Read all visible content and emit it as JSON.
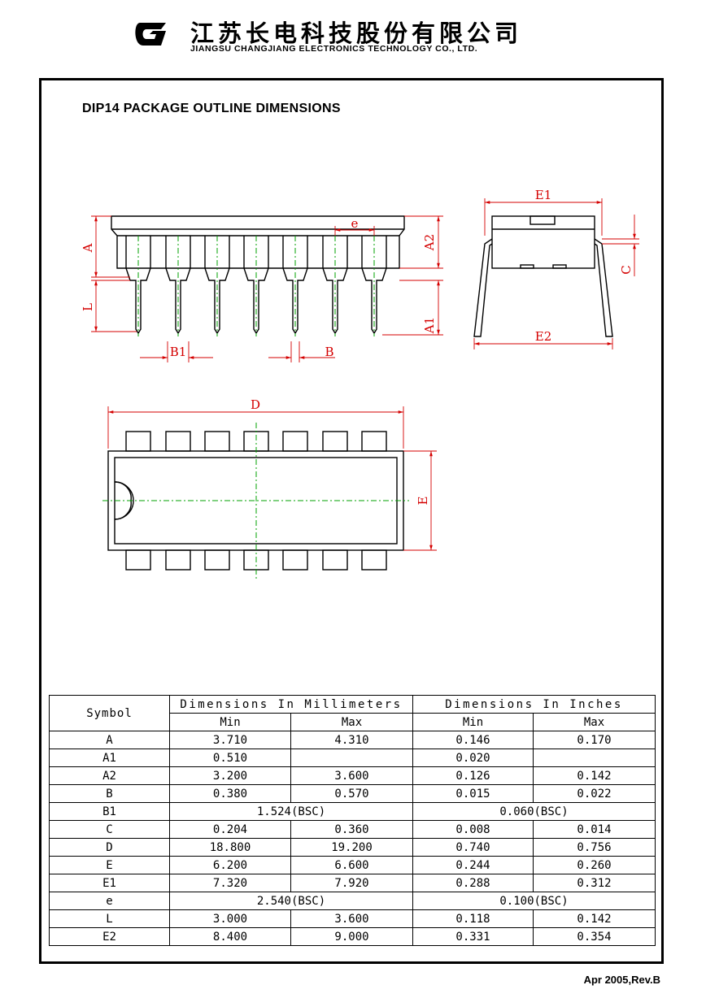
{
  "header": {
    "company_cn": "江苏长电科技股份有限公司",
    "company_en": "JIANGSU CHANGJIANG ELECTRONICS TECHNOLOGY CO., LTD."
  },
  "document": {
    "title": "DIP14 PACKAGE OUTLINE DIMENSIONS",
    "footer": "Apr 2005,Rev.B"
  },
  "drawing_labels": {
    "A": "A",
    "A1": "A1",
    "A2": "A2",
    "L": "L",
    "e": "e",
    "B1": "B1",
    "B": "B",
    "E1": "E1",
    "E2": "E2",
    "C": "C",
    "D": "D",
    "E": "E"
  },
  "colors": {
    "dimension": "#d40000",
    "centerline": "#00a000",
    "outline": "#000000"
  },
  "table": {
    "symbol_header": "Symbol",
    "mm_header": "Dimensions In Millimeters",
    "inch_header": "Dimensions In Inches",
    "min_label": "Min",
    "max_label": "Max",
    "rows": [
      {
        "symbol": "A",
        "mm_min": "3.710",
        "mm_max": "4.310",
        "in_min": "0.146",
        "in_max": "0.170"
      },
      {
        "symbol": "A1",
        "mm_min": "0.510",
        "mm_max": "",
        "in_min": "0.020",
        "in_max": ""
      },
      {
        "symbol": "A2",
        "mm_min": "3.200",
        "mm_max": "3.600",
        "in_min": "0.126",
        "in_max": "0.142"
      },
      {
        "symbol": "B",
        "mm_min": "0.380",
        "mm_max": "0.570",
        "in_min": "0.015",
        "in_max": "0.022"
      },
      {
        "symbol": "B1",
        "mm_span": "1.524(BSC)",
        "in_span": "0.060(BSC)"
      },
      {
        "symbol": "C",
        "mm_min": "0.204",
        "mm_max": "0.360",
        "in_min": "0.008",
        "in_max": "0.014"
      },
      {
        "symbol": "D",
        "mm_min": "18.800",
        "mm_max": "19.200",
        "in_min": "0.740",
        "in_max": "0.756"
      },
      {
        "symbol": "E",
        "mm_min": "6.200",
        "mm_max": "6.600",
        "in_min": "0.244",
        "in_max": "0.260"
      },
      {
        "symbol": "E1",
        "mm_min": "7.320",
        "mm_max": "7.920",
        "in_min": "0.288",
        "in_max": "0.312"
      },
      {
        "symbol": "e",
        "mm_span": "2.540(BSC)",
        "in_span": "0.100(BSC)"
      },
      {
        "symbol": "L",
        "mm_min": "3.000",
        "mm_max": "3.600",
        "in_min": "0.118",
        "in_max": "0.142"
      },
      {
        "symbol": "E2",
        "mm_min": "8.400",
        "mm_max": "9.000",
        "in_min": "0.331",
        "in_max": "0.354"
      }
    ]
  }
}
